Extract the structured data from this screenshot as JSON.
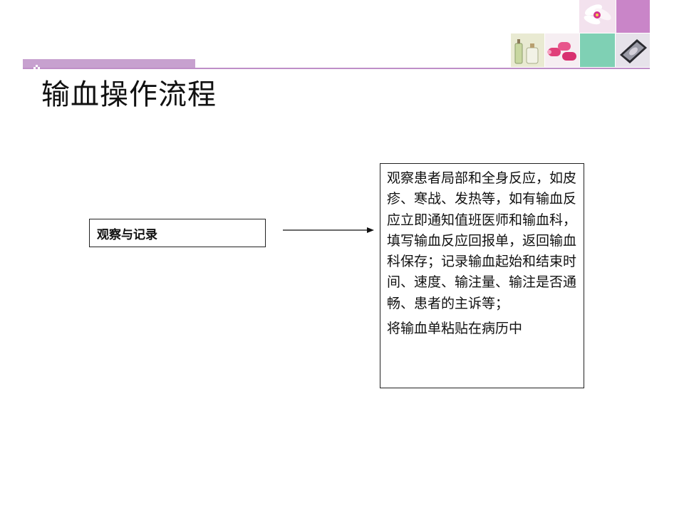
{
  "slide": {
    "title": "输血操作流程"
  },
  "flow": {
    "step_label": "观察与记录",
    "detail_paragraph_1": "观察患者局部和全身反应，如皮疹、寒战、发热等，如有输血反应立即通知值班医师和输血科，填写输血反应回报单，返回输血科保存；记录输血起始和结束时间、速度、输注量、输注是否通畅、患者的主诉等；",
    "detail_paragraph_2": "将输血单粘贴在病历中"
  },
  "theme": {
    "accent_purple": "#bf8fc8",
    "tile_purple": "#c985c8",
    "tile_green": "#7fd0b4"
  },
  "decorations": {
    "icons": [
      "orchid-flower-image",
      "perfume-bottles-image",
      "pink-rollers-image",
      "compact-mirror-image",
      "diamond-bullet-icon"
    ]
  }
}
